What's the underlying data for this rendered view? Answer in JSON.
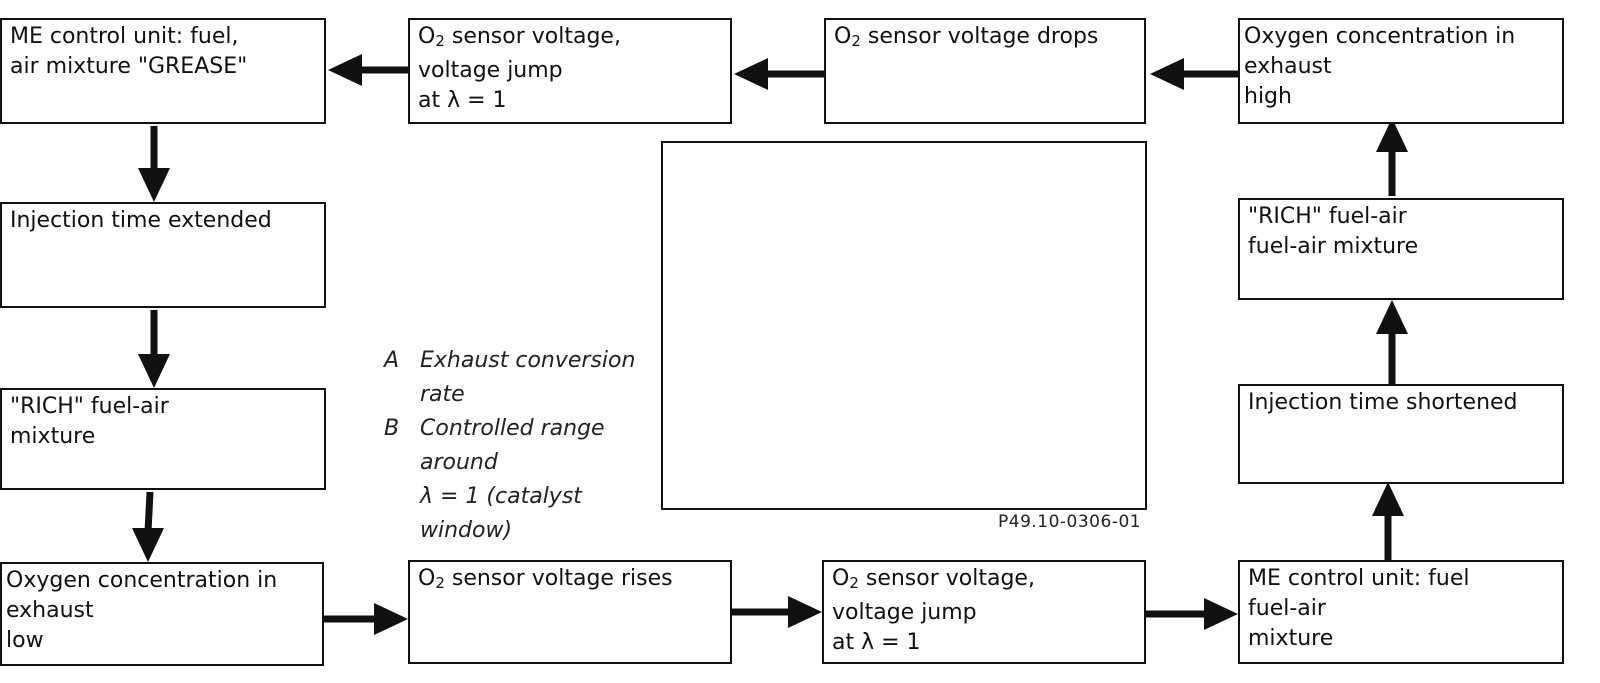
{
  "boxes": {
    "me_control_lean": {
      "lines": [
        "ME control unit: fuel,",
        "air  mixture \"GREASE\""
      ]
    },
    "o2_jump_top": {
      "lines": [
        "O",
        "2",
        " sensor voltage,",
        "voltage jump",
        "at λ = 1"
      ]
    },
    "o2_drops": {
      "lines": [
        "O",
        "2",
        " sensor voltage drops"
      ]
    },
    "oxygen_high": {
      "lines": [
        "Oxygen concentration in",
        "exhaust",
        "high"
      ]
    },
    "injection_extended": {
      "lines": [
        "Injection time extended"
      ]
    },
    "rich_left": {
      "lines": [
        "\"RICH\" fuel-air",
        "mixture"
      ]
    },
    "oxygen_low": {
      "lines": [
        "Oxygen concentration in",
        "exhaust",
        "low"
      ]
    },
    "o2_rises": {
      "lines": [
        "O",
        "2",
        " sensor voltage rises"
      ]
    },
    "o2_jump_bottom": {
      "lines": [
        "O",
        "2",
        " sensor voltage,",
        "voltage jump",
        "at λ = 1"
      ]
    },
    "me_control_right": {
      "lines": [
        "ME control unit: fuel",
        "fuel-air",
        "mixture"
      ]
    },
    "injection_shortened": {
      "lines": [
        "Injection time shortened"
      ]
    },
    "rich_right": {
      "lines": [
        "\"RICH\" fuel-air",
        "fuel-air mixture"
      ]
    }
  },
  "legend": {
    "a_key": "A",
    "a_text_1": "Exhaust conversion",
    "a_text_2": "rate",
    "b_key": "B",
    "b_text_1": "Controlled range",
    "b_text_2": "around",
    "b_text_3": "λ = 1 (catalyst",
    "b_text_4": "window)"
  },
  "figure_code": "P49.10-0306-01",
  "colors": {
    "stroke": "#111111",
    "background": "#ffffff"
  }
}
